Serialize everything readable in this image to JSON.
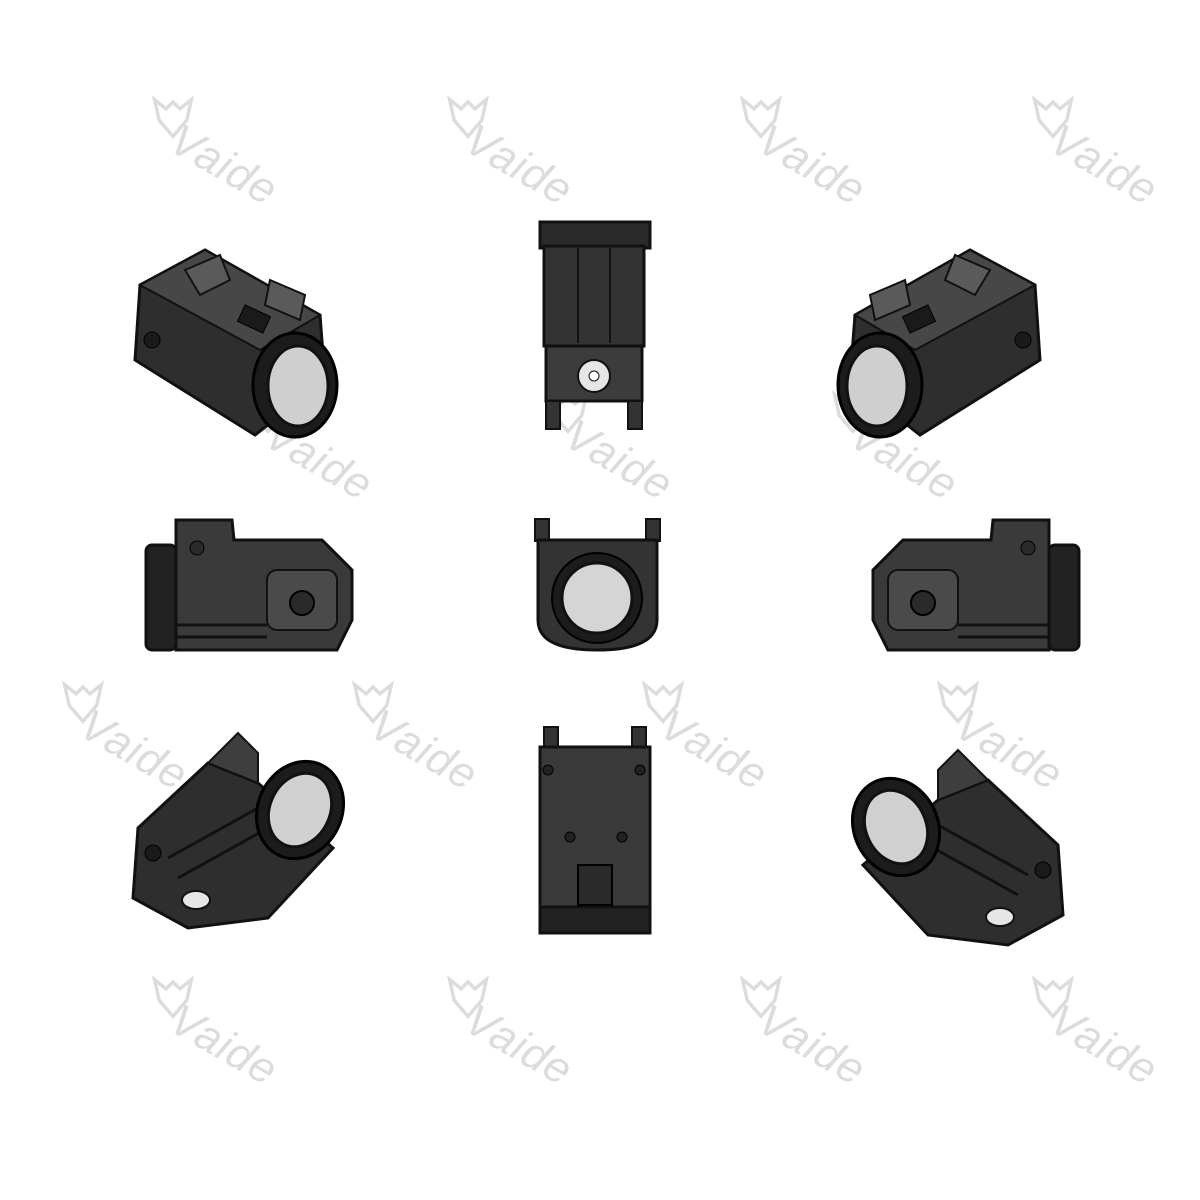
{
  "watermark": {
    "brand": "Vaide",
    "color": "#dcdcdc",
    "icon": "wolf-head-logo-icon"
  },
  "product": {
    "name": "",
    "views": [
      {
        "id": "front-left-top-iso",
        "icon": "weapon-light-iso-view"
      },
      {
        "id": "top-view",
        "icon": "weapon-light-top-view"
      },
      {
        "id": "front-right-top-iso",
        "icon": "weapon-light-iso-view"
      },
      {
        "id": "left-side-view",
        "icon": "weapon-light-side-view"
      },
      {
        "id": "front-view",
        "icon": "weapon-light-front-view"
      },
      {
        "id": "right-side-view",
        "icon": "weapon-light-side-view"
      },
      {
        "id": "front-left-bottom-iso",
        "icon": "weapon-light-iso-view"
      },
      {
        "id": "bottom-view",
        "icon": "weapon-light-bottom-view"
      },
      {
        "id": "front-right-bottom-iso",
        "icon": "weapon-light-iso-view"
      }
    ],
    "colors": {
      "body": "#3a3a3a",
      "body_dark": "#1f1f1f",
      "edge": "#141414",
      "highlight": "#5a5a5a",
      "lens": "#cfcfcf"
    }
  }
}
